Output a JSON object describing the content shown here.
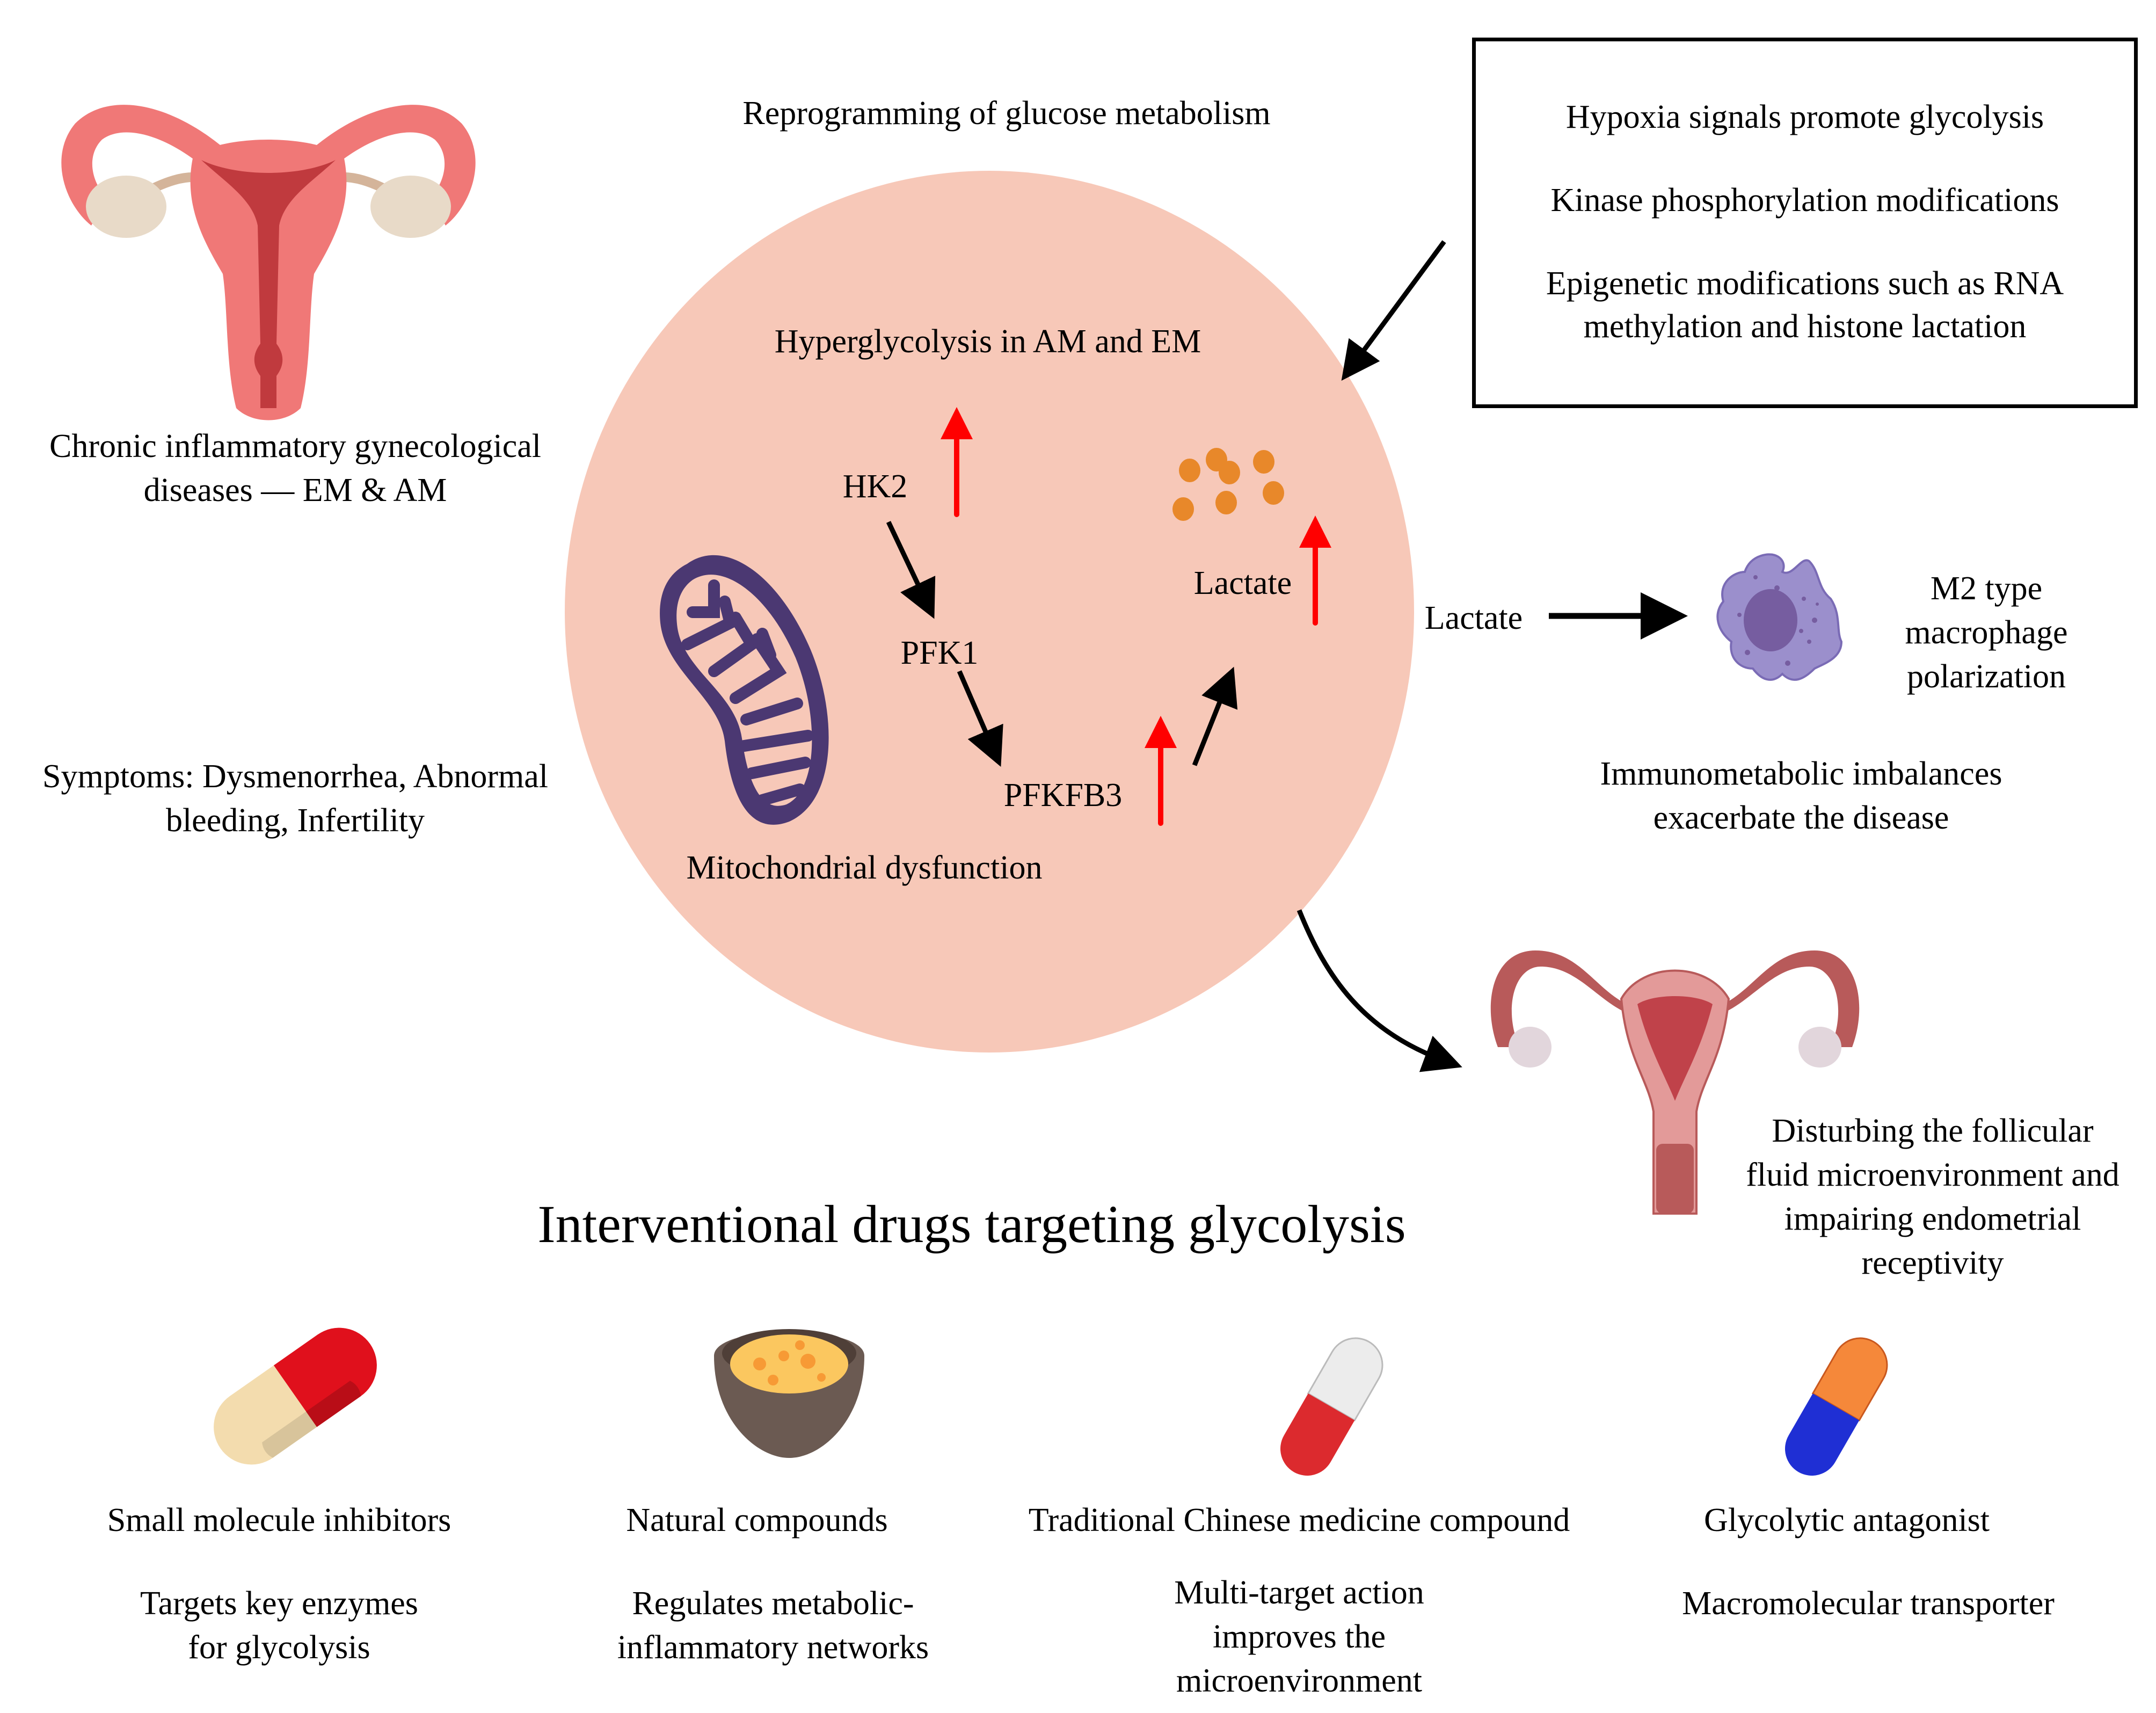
{
  "colors": {
    "circle_fill": "#f7c8b8",
    "up_arrow": "#ff0000",
    "flow_arrow": "#000000",
    "mitochondria": "#4b3872",
    "lactate_dots": "#e8882a",
    "macrophage_body": "#9b8fcc",
    "macrophage_nucleus": "#765da0",
    "uterus_pink": "#f07877",
    "uterus_dark": "#c03a3e",
    "ovary": "#e8dac8"
  },
  "left_panel": {
    "disease_title": [
      "Chronic inflammatory gynecological",
      "diseases — EM & AM"
    ],
    "symptoms": [
      "Symptoms: Dysmenorrhea, Abnormal",
      "bleeding, Infertility"
    ],
    "icon": "uterus-icon"
  },
  "center": {
    "top_label": "Reprogramming of glucose metabolism",
    "circle_title": "Hyperglycolysis in AM and EM",
    "enzymes": [
      "HK2",
      "PFK1",
      "PFKFB3"
    ],
    "lactate_label": "Lactate",
    "mito_label": "Mitochondrial dysfunction"
  },
  "regulators_box": {
    "items": [
      [
        "Hypoxia signals promote glycolysis"
      ],
      [
        "Kinase phosphorylation modifications"
      ],
      [
        "Epigenetic modifications such as RNA",
        "methylation and histone lactation"
      ]
    ]
  },
  "immune": {
    "input_label": "Lactate",
    "result": [
      "M2 type",
      "macrophage",
      "polarization"
    ],
    "consequence": [
      "Immunometabolic imbalances",
      "exacerbate the disease"
    ]
  },
  "fertility": {
    "text": [
      "Disturbing the follicular",
      "fluid microenvironment and",
      "impairing endometrial",
      "receptivity"
    ]
  },
  "drugs": {
    "section_title": "Interventional drugs targeting glycolysis",
    "items": [
      {
        "name": "Small molecule inhibitors",
        "desc": [
          "Targets key enzymes",
          "for glycolysis"
        ],
        "icon": "red-cream-capsule-icon"
      },
      {
        "name": "Natural compounds",
        "desc": [
          "Regulates metabolic-",
          "inflammatory networks"
        ],
        "icon": "herbal-bowl-icon"
      },
      {
        "name": "Traditional Chinese medicine compound",
        "desc": [
          "Multi-target action",
          "improves the",
          "microenvironment"
        ],
        "icon": "red-white-capsule-icon"
      },
      {
        "name": "Glycolytic antagonist",
        "desc": [
          "Macromolecular transporter"
        ],
        "icon": "blue-orange-capsule-icon"
      }
    ]
  }
}
